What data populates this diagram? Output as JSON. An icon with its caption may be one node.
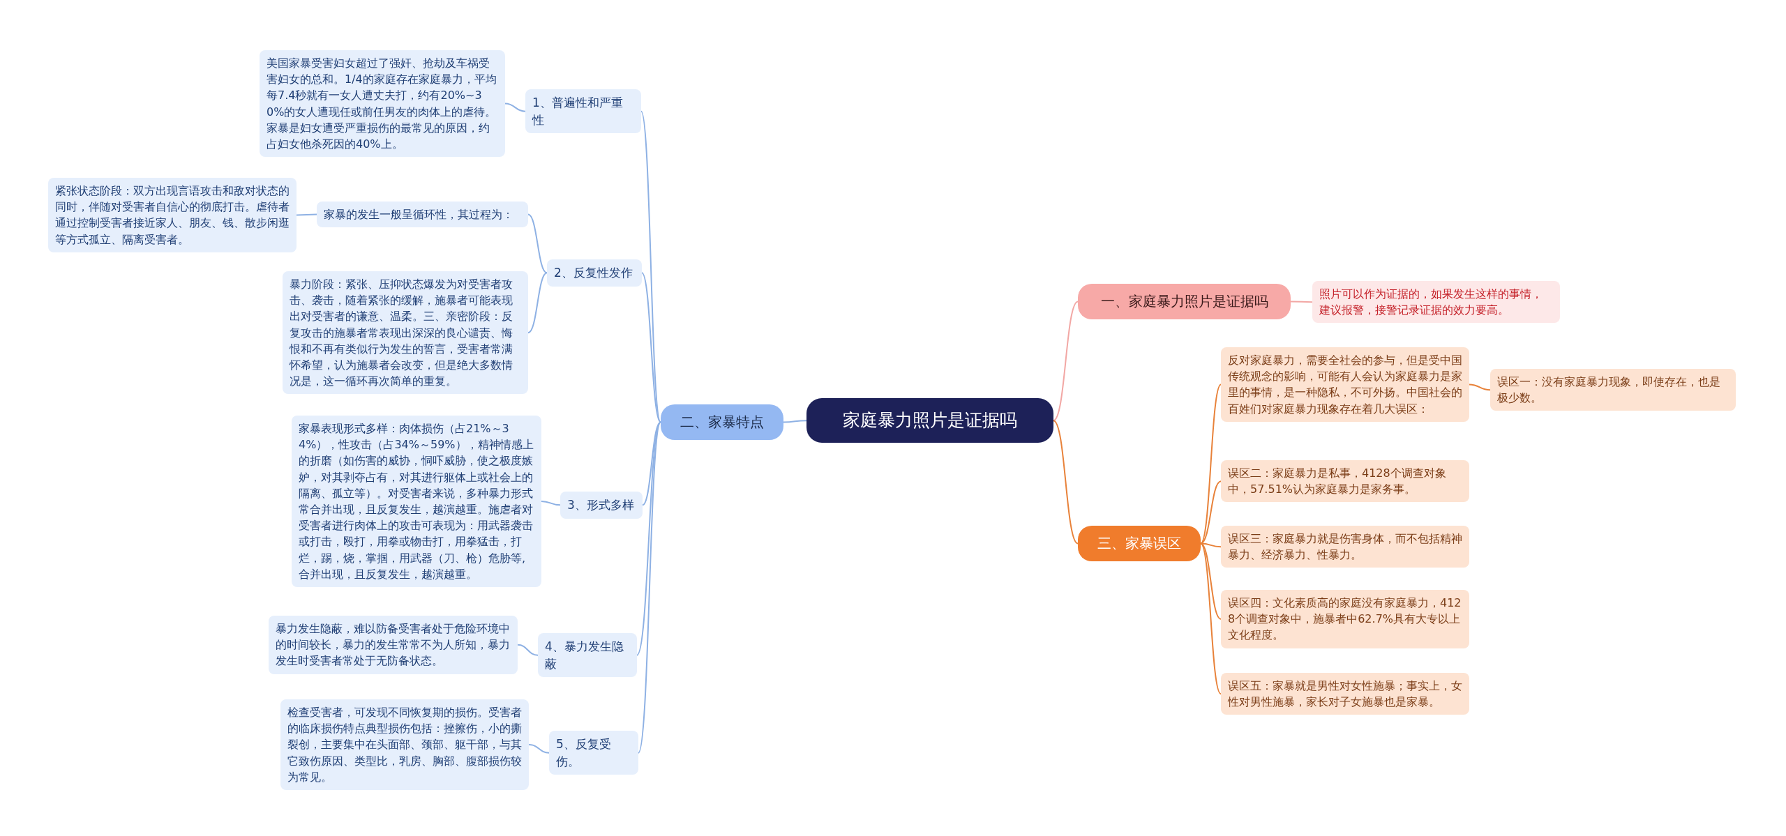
{
  "diagram": {
    "nodes": [
      {
        "text": [
          "家庭暴力照片是证据吗"
        ]
      },
      {
        "text": [
          "一、家庭暴力照片是证据吗"
        ]
      },
      {
        "text": [
          "照片可以作为证据的，如果发生这样的事情，建议报警，接警记录证据的效力要高。"
        ]
      },
      {
        "text": [
          "二、家暴特点"
        ]
      },
      {
        "text": [
          "1、普遍性和严重性"
        ]
      },
      {
        "text": [
          "美国家暴受害妇女超过了强奸、抢劫及车祸受害妇女的总和。1/4的家庭存在家庭暴力，平均每7.4秒就有一女人遭丈夫打，约有20%~30%的女人遭现任或前任男友的肉体上的虐待。家暴是妇女遭受严重损伤的最常见的原因，约占妇女他杀死因的40%上。"
        ]
      },
      {
        "text": [
          "2、反复性发作"
        ]
      },
      {
        "text": [
          "家暴的发生一般呈循环性，其过程为："
        ]
      },
      {
        "text": [
          "紧张状态阶段：双方出现言语攻击和敌对状态的同时，伴随对受害者自信心的彻底打击。虐待者通过控制受害者接近家人、朋友、钱、散步闲逛等方式孤立、隔离受害者。"
        ]
      },
      {
        "text": [
          "暴力阶段：紧张、压抑状态爆发为对受害者攻击、袭击，随着紧张的缓解，施暴者可能表现出对受害者的谦意、温柔。三、亲密阶段：反复攻击的施暴者常表现出深深的良心谴责、悔恨和不再有类似行为发生的誓言，受害者常满怀希望，认为施暴者会改变，但是绝大多数情况是，这一循环再次简单的重复。"
        ]
      },
      {
        "text": [
          "3、形式多样"
        ]
      },
      {
        "text": [
          "家暴表现形式多样：肉体损伤（占21%～34%），性攻击（占34%～59%），精神情感上的折磨（如伤害的威协，恫吓威胁，使之极度嫉妒，对其剥夺占有，对其进行躯体上或社会上的隔离、孤立等）。对受害者来说，多种暴力形式常合并出现，且反复发生，越演越重。施虐者对受害者进行肉体上的攻击可表现为：用武器袭击或打击，殴打，用拳或物击打，用拳猛击，打烂，踢，烧，掌掴，用武器（刀、枪）危胁等,合并出现，且反复发生，越演越重。"
        ]
      },
      {
        "text": [
          "4、暴力发生隐蔽"
        ]
      },
      {
        "text": [
          "暴力发生隐蔽，难以防备受害者处于危险环境中的时间较长，暴力的发生常常不为人所知，暴力发生时受害者常处于无防备状态。"
        ]
      },
      {
        "text": [
          "5、反复受伤。"
        ]
      },
      {
        "text": [
          "检查受害者，可发现不同恢复期的损伤。受害者的临床损伤特点典型损伤包括：挫擦伤，小的撕裂创，主要集中在头面部、颈部、躯干部，与其它致伤原因、类型比，乳房、胸部、腹部损伤较为常见。"
        ]
      },
      {
        "text": [
          "三、家暴误区"
        ]
      },
      {
        "text": [
          "反对家庭暴力，需要全社会的参与，但是受中国传统观念的影响，可能有人会认为家庭暴力是家里的事情，是一种隐私，不可外扬。中国社会的百姓们对家庭暴力现象存在着几大误区："
        ]
      },
      {
        "text": [
          "误区一：没有家庭暴力现象，即使存在，也是极少数。"
        ]
      },
      {
        "text": [
          "误区二：家庭暴力是私事，4128个调查对象中，57.51%认为家庭暴力是家务事。"
        ]
      },
      {
        "text": [
          "误区三：家庭暴力就是伤害身体，而不包括精神暴力、经济暴力、性暴力。"
        ]
      },
      {
        "text": [
          "误区四：文化素质高的家庭没有家庭暴力，4128个调查对象中，施暴者中62.7%具有大专以上文化程度。"
        ]
      },
      {
        "text": [
          "误区五：家暴就是男性对女性施暴；事实上，女性对男性施暴，家长对子女施暴也是家暴。"
        ]
      }
    ],
    "edges": [
      {
        "from": 0,
        "to": 1,
        "arrow": "none",
        "color": "#f2a7a4"
      },
      {
        "from": 1,
        "to": 2,
        "arrow": "none",
        "color": "#f2a7a4"
      },
      {
        "from": 0,
        "to": 3,
        "arrow": "none"
      },
      {
        "from": 3,
        "to": 4,
        "arrow": "none"
      },
      {
        "from": 4,
        "to": 5,
        "arrow": "none"
      },
      {
        "from": 3,
        "to": 6,
        "arrow": "none"
      },
      {
        "from": 6,
        "to": 7,
        "arrow": "none"
      },
      {
        "from": 7,
        "to": 8,
        "arrow": "none"
      },
      {
        "from": 6,
        "to": 9,
        "arrow": "none"
      },
      {
        "from": 3,
        "to": 10,
        "arrow": "none"
      },
      {
        "from": 10,
        "to": 11,
        "arrow": "none"
      },
      {
        "from": 3,
        "to": 12,
        "arrow": "none"
      },
      {
        "from": 12,
        "to": 13,
        "arrow": "none"
      },
      {
        "from": 3,
        "to": 14,
        "arrow": "none"
      },
      {
        "from": 14,
        "to": 15,
        "arrow": "none"
      },
      {
        "from": 0,
        "to": 16,
        "arrow": "none",
        "color": "#e8823a"
      },
      {
        "from": 16,
        "to": 17,
        "arrow": "none",
        "color": "#e8823a"
      },
      {
        "from": 17,
        "to": 18,
        "arrow": "none",
        "color": "#e8823a"
      },
      {
        "from": 16,
        "to": 19,
        "arrow": "none",
        "color": "#e8823a"
      },
      {
        "from": 16,
        "to": 20,
        "arrow": "none",
        "color": "#e8823a"
      },
      {
        "from": 16,
        "to": 21,
        "arrow": "none",
        "color": "#e8823a"
      },
      {
        "from": 16,
        "to": 22,
        "arrow": "none",
        "color": "#e8823a"
      }
    ]
  }
}
